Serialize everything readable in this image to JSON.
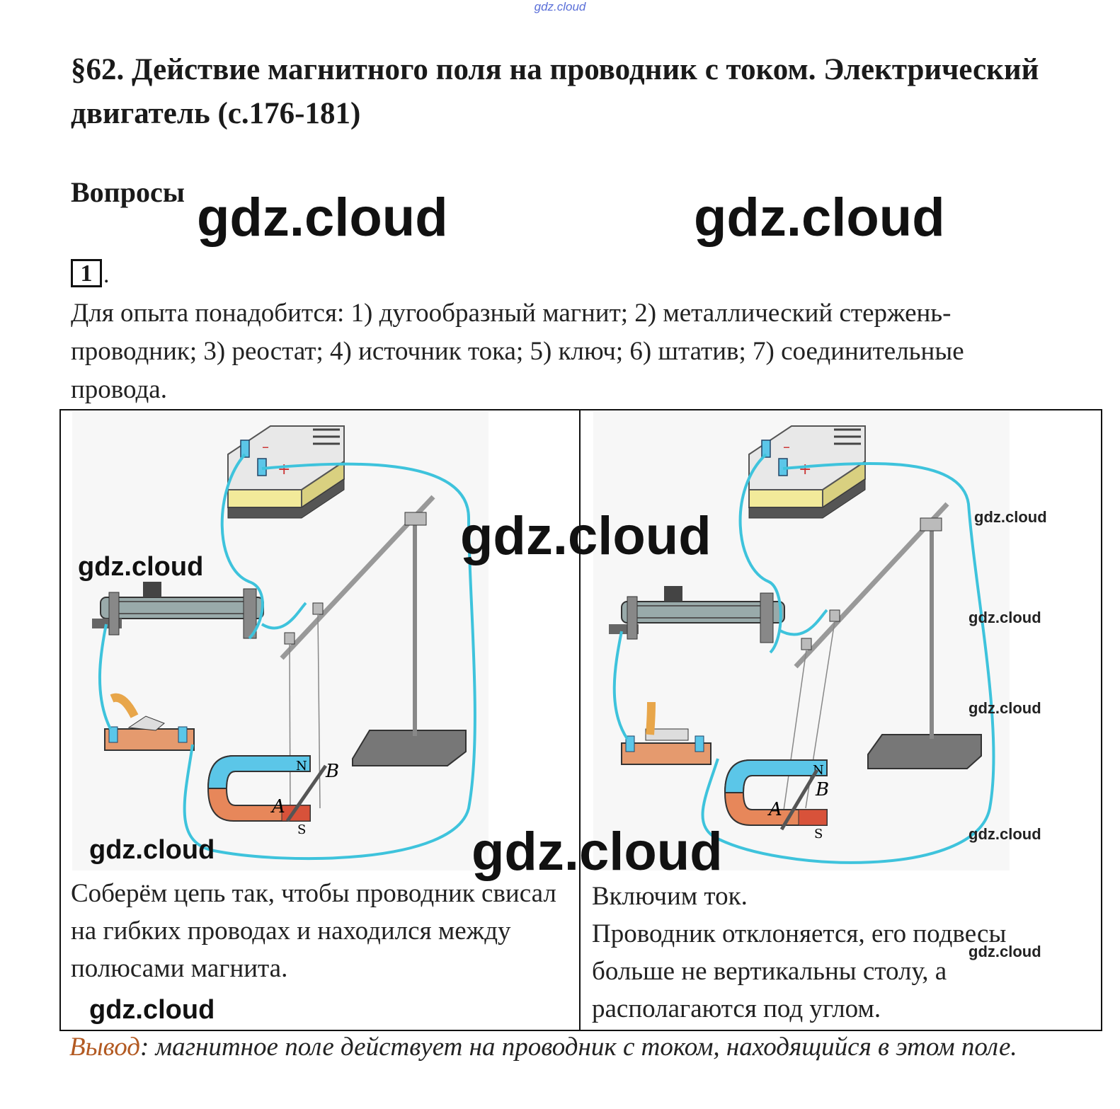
{
  "watermark_top": "gdz.cloud",
  "watermark": "gdz.cloud",
  "title": "§62. Действие магнитного поля на проводник с током. Электрический двигатель (с.176-181)",
  "section_heading": "Вопросы",
  "question": {
    "number": "1",
    "dot": ".",
    "text": "Для опыта понадобится: 1) дугообразный магнит; 2) металлический стержень-проводник; 3) реостат; 4) источник тока; 5) ключ; 6) штатив; 7) соединительные провода."
  },
  "figure_labels": {
    "minus": "–",
    "plus": "+",
    "pole_n": "N",
    "pole_s": "S",
    "point_a": "A",
    "point_b": "B"
  },
  "left_cell": {
    "caption": "Соберём цепь так, чтобы проводник свисал на гибких проводах и находился между полюсами магнита."
  },
  "right_cell": {
    "line1": "Включим ток.",
    "line2": "Проводник отклоняется, его подвесы больше не вертикальны столу, а располагаются под углом."
  },
  "conclusion": {
    "lead": "Вывод",
    "text": ": магнитное поле действует на проводник с током, находящийся в этом поле."
  },
  "colors": {
    "wire": "#3ec3dc",
    "magnet_north": "#5bc6e8",
    "magnet_south": "#e7875a",
    "battery": "#f2ea9a",
    "conclusion_lead": "#b35a22"
  }
}
